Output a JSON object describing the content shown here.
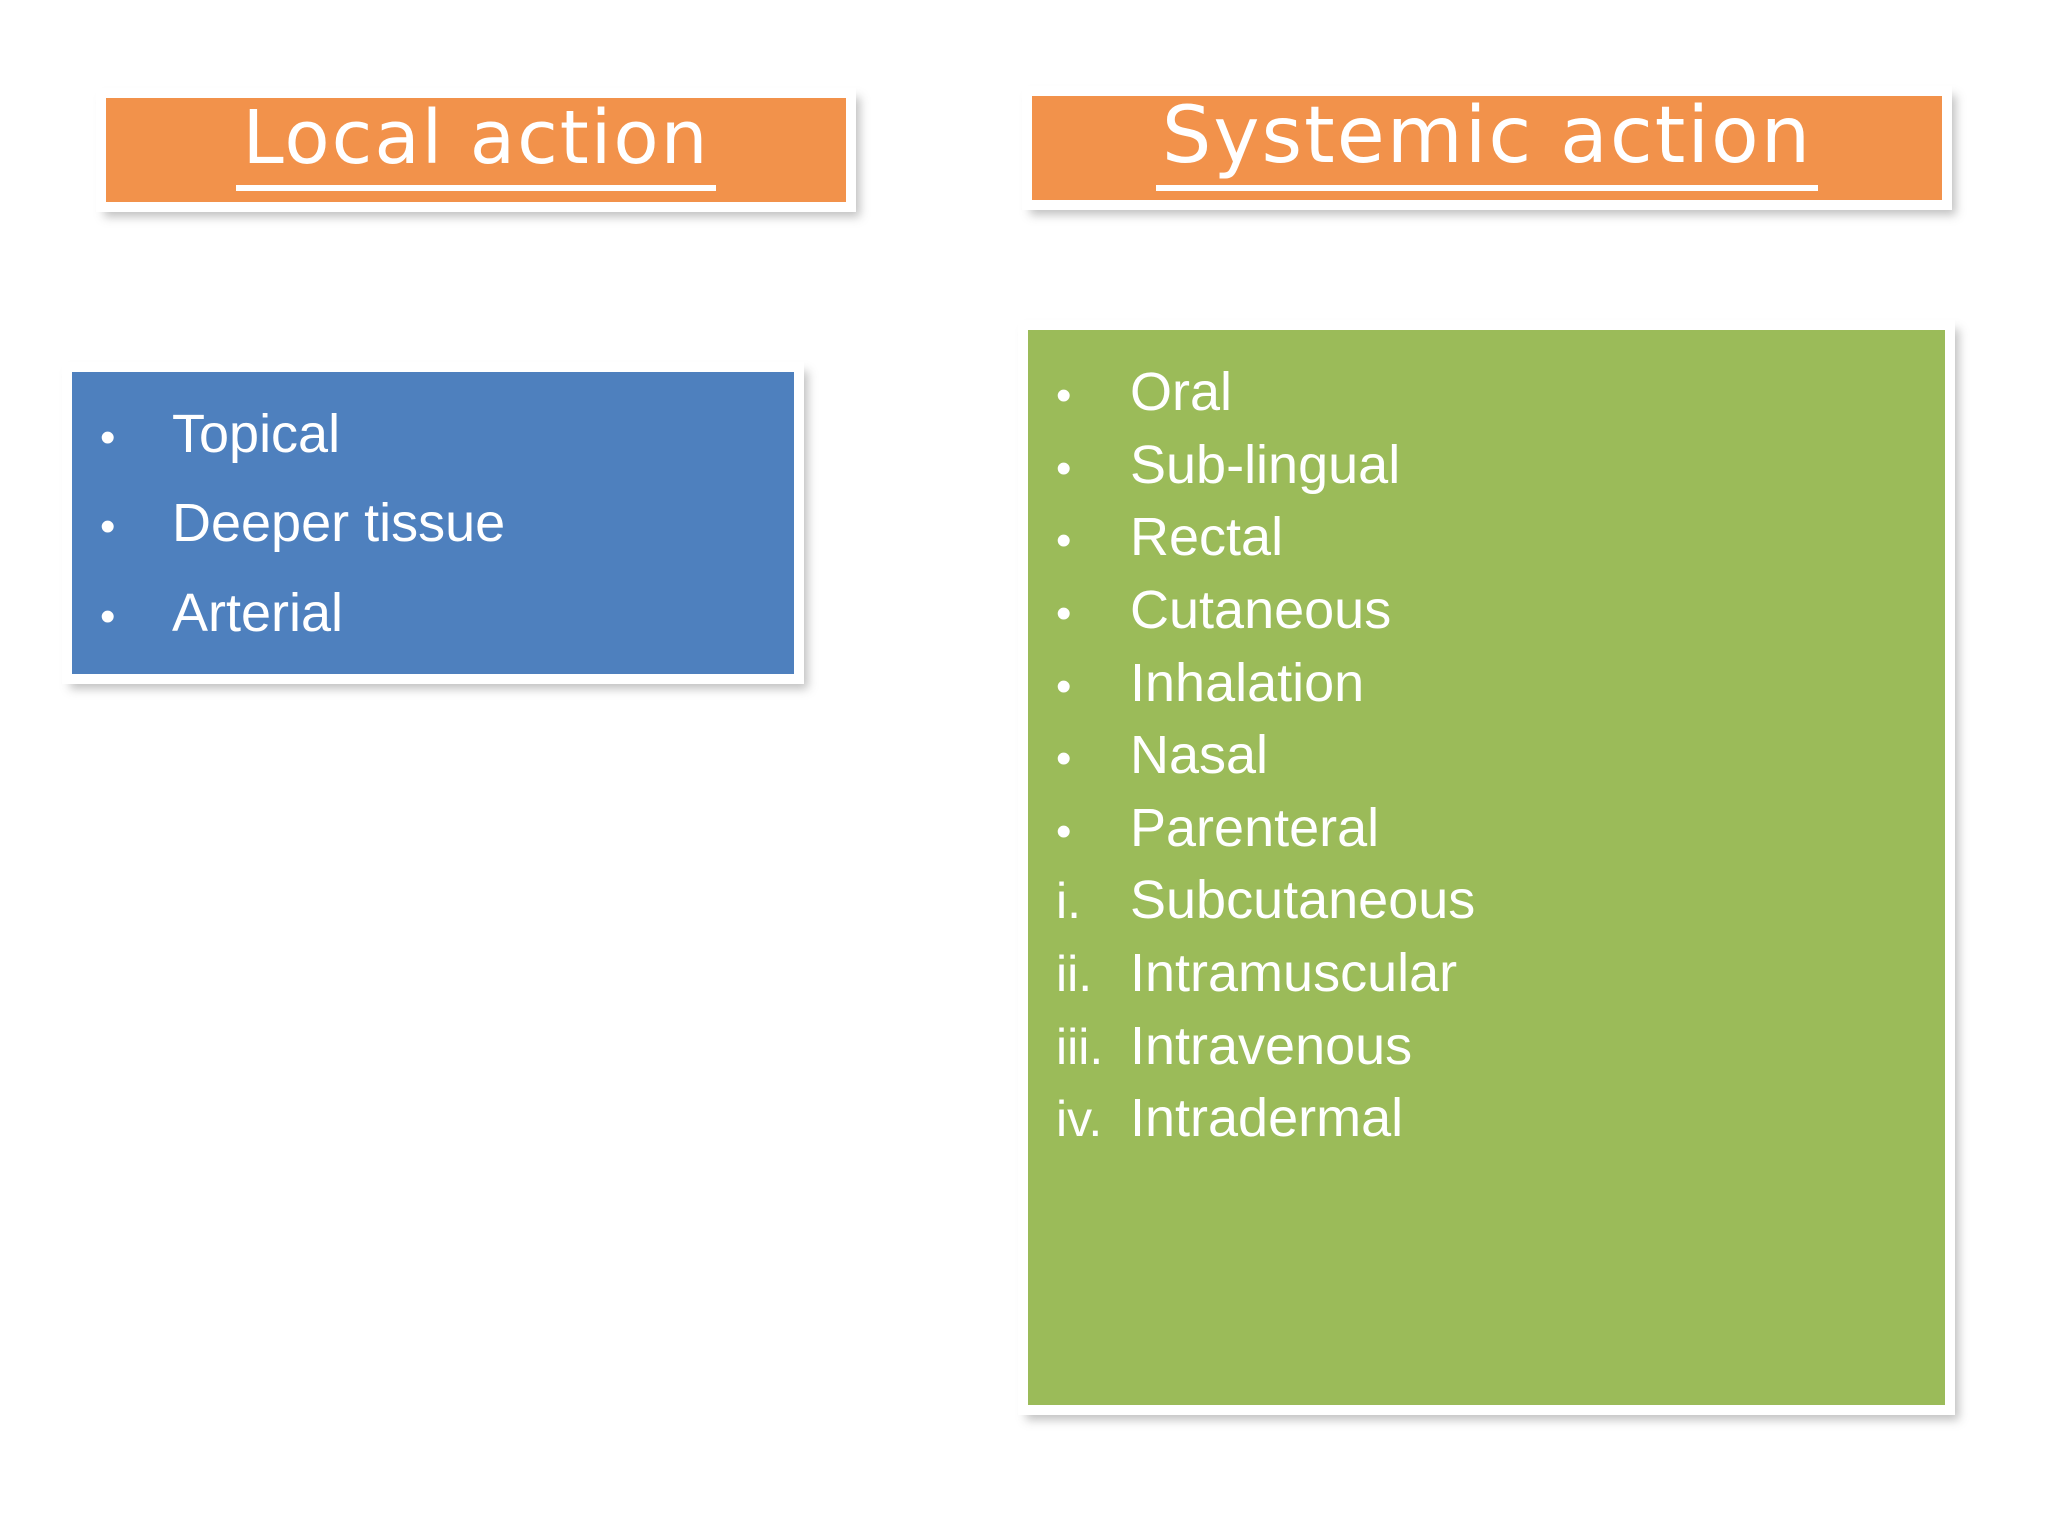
{
  "slide": {
    "background_color": "#FFFFFF",
    "columns": [
      {
        "id": "local",
        "heading": "Local action",
        "heading_bg_color": "#F2924B",
        "heading_text_color": "#FFFFFF",
        "list_bg_color": "#4E80BE",
        "list_text_color": "#FFFFFF",
        "items": [
          {
            "marker": "•",
            "label": "Topical",
            "style": "bullet"
          },
          {
            "marker": "•",
            "label": "Deeper tissue",
            "style": "bullet"
          },
          {
            "marker": "•",
            "label": "Arterial",
            "style": "bullet"
          }
        ]
      },
      {
        "id": "systemic",
        "heading": "Systemic action",
        "heading_bg_color": "#F2924B",
        "heading_text_color": "#FFFFFF",
        "list_bg_color": "#9BBB59",
        "list_text_color": "#FFFFFF",
        "items": [
          {
            "marker": "•",
            "label": "Oral",
            "style": "bullet"
          },
          {
            "marker": "•",
            "label": "Sub-lingual",
            "style": "bullet"
          },
          {
            "marker": "•",
            "label": "Rectal",
            "style": "bullet"
          },
          {
            "marker": "•",
            "label": "Cutaneous",
            "style": "bullet"
          },
          {
            "marker": "•",
            "label": "Inhalation",
            "style": "bullet"
          },
          {
            "marker": "•",
            "label": "Nasal",
            "style": "bullet"
          },
          {
            "marker": "•",
            "label": "Parenteral",
            "style": "bullet"
          },
          {
            "marker": "i.",
            "label": "Subcutaneous",
            "style": "roman"
          },
          {
            "marker": "ii.",
            "label": "Intramuscular",
            "style": "roman"
          },
          {
            "marker": "iii.",
            "label": "Intravenous",
            "style": "roman"
          },
          {
            "marker": "iv.",
            "label": "Intradermal",
            "style": "roman"
          }
        ]
      }
    ]
  }
}
